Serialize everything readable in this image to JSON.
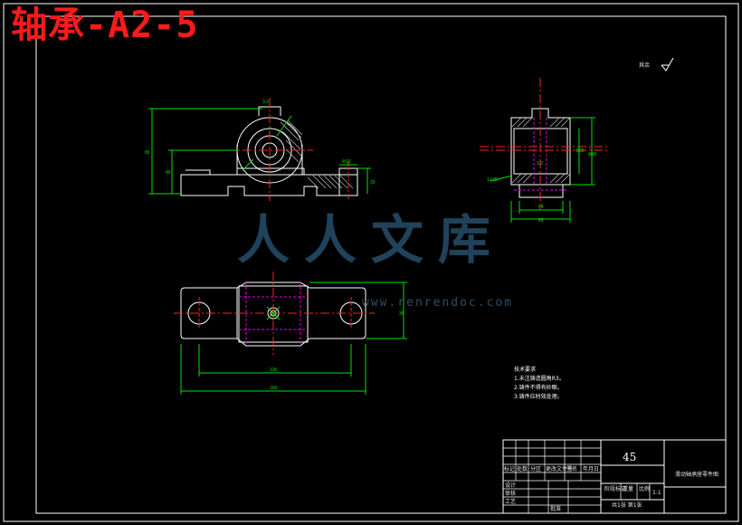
{
  "drawing": {
    "stamp_title": "轴承-A2-5",
    "watermark_text": "人人文库",
    "watermark_url": "www.renrendoc.com",
    "roughness_note": "其余",
    "technical_notes": {
      "heading": "技术要求",
      "items": [
        "1.未注铸造圆角R3。",
        "2.铸件不得有砂眼。",
        "3.铸件应时效处理。"
      ]
    },
    "title_block": {
      "material": "45",
      "part_name": "滑动轴承座零件图",
      "scale": "1:1",
      "sheet": "共1张 第1张",
      "labels": [
        "标记",
        "处数",
        "分区",
        "更改文件号",
        "签名",
        "年月日",
        "设计",
        "审核",
        "工艺",
        "批准",
        "阶段标记",
        "重量",
        "比例"
      ]
    },
    "colors": {
      "background": "#000000",
      "outline": "#ffffff",
      "dimension": "#00e000",
      "centerline": "#ff2020",
      "hidden": "#e000e0",
      "stamp": "#ff1a1a",
      "watermark": "#2b5a7a"
    }
  }
}
